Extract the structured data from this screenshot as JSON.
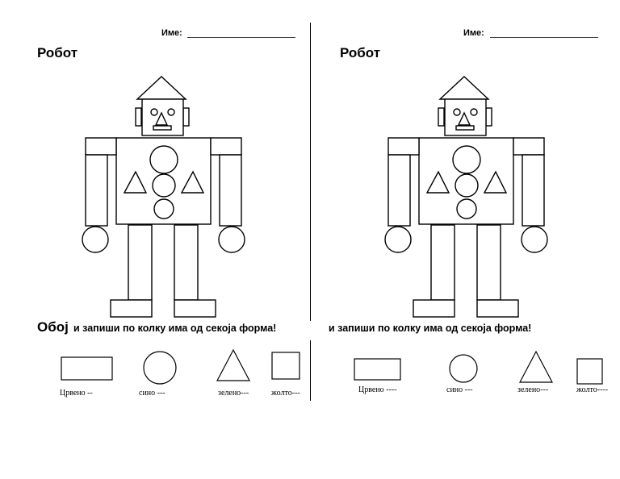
{
  "left": {
    "name_label": "Име:",
    "title": "Робот",
    "instruction_prefix": "Обој",
    "instruction": "и запиши по колку има од секоја форма!",
    "legend": [
      "Црвено --",
      "сино ---",
      "зелено---",
      "жолто---"
    ]
  },
  "right": {
    "name_label": "Име:",
    "title": "Робот",
    "instruction": "и запиши по колку има од секоја форма!",
    "legend": [
      "Црвено ----",
      "сино ---",
      "зелено---",
      "жолто----"
    ]
  }
}
